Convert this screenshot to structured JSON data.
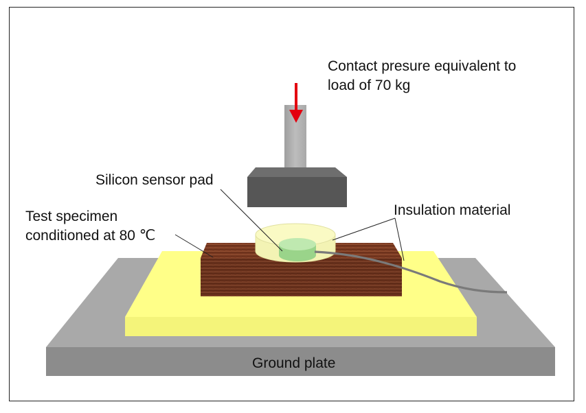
{
  "labels": {
    "contact_pressure_line1": "Contact presure equivalent to",
    "contact_pressure_line2": "load of 70 kg",
    "silicon_sensor_pad": "Silicon sensor pad",
    "test_specimen_line1": "Test specimen",
    "test_specimen_line2": "conditioned at 80 ℃",
    "insulation_material": "Insulation material",
    "ground_plate": "Ground plate"
  },
  "colors": {
    "arrow": "#e3000f",
    "ground_plate": "#a9a9a9",
    "insulation": "#ffff88",
    "specimen_wood": "#7a3a22",
    "sensor_pad": "#b8e8a8",
    "press": "#5a5a5a"
  }
}
